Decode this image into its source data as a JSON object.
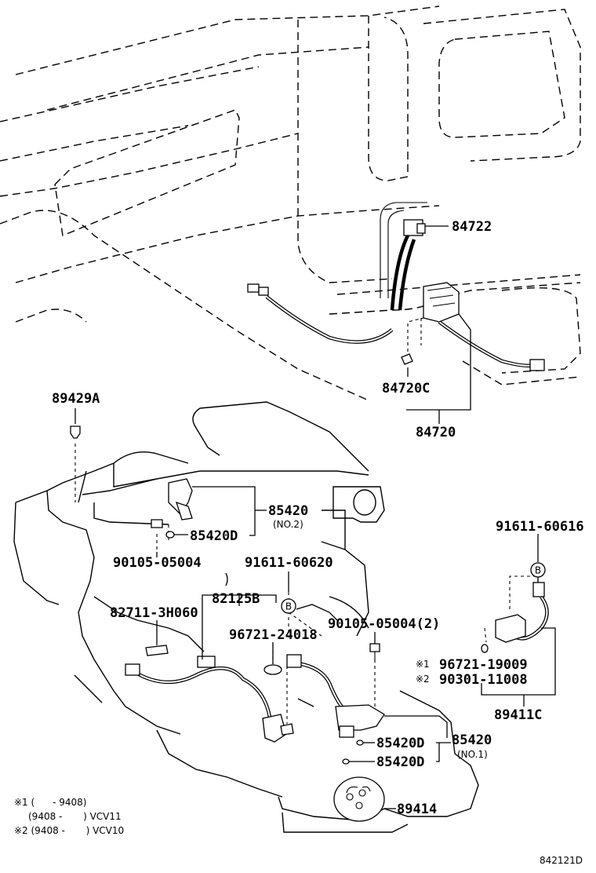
{
  "callouts": {
    "p84722": "84722",
    "p84720C": "84720C",
    "p84720": "84720",
    "p89429A": "89429A",
    "p85420_top": "85420",
    "p85420_top_sub": "(NO.2)",
    "p85420D_top": "85420D",
    "p90105_05004": "90105-05004",
    "p91611_60620": "91611-60620",
    "p82125B": "82125B",
    "p82711": "82711-3H060",
    "p96721_24018": "96721-24018",
    "p90105_05004_2": "90105-05004(2)",
    "p91611_60616": "91611-60616",
    "p96721_19009": "96721-19009",
    "p90301_11008": "90301-11008",
    "p89411C": "89411C",
    "p85420D_a": "85420D",
    "p85420D_b": "85420D",
    "p85420_bottom": "85420",
    "p85420_bottom_sub": "(NO.1)",
    "p89414": "89414",
    "markB1": "B",
    "markB2": "B",
    "ref1": "※1",
    "ref2": "※2"
  },
  "notes": {
    "line1": "※1 (      - 9408)",
    "line2": "(9408 -       ) VCV11",
    "line3": "※2 (9408 -       ) VCV10"
  },
  "diagram_code": "842121D"
}
